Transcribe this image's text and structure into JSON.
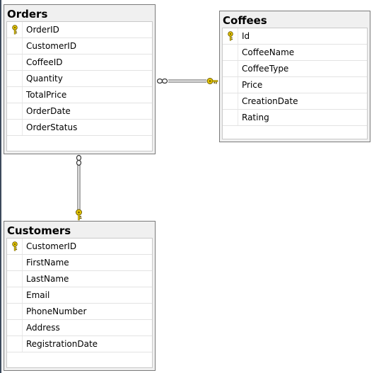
{
  "tables": {
    "orders": {
      "title": "Orders",
      "columns": [
        {
          "name": "OrderID",
          "primary_key": true
        },
        {
          "name": "CustomerID",
          "primary_key": false
        },
        {
          "name": "CoffeeID",
          "primary_key": false
        },
        {
          "name": "Quantity",
          "primary_key": false
        },
        {
          "name": "TotalPrice",
          "primary_key": false
        },
        {
          "name": "OrderDate",
          "primary_key": false
        },
        {
          "name": "OrderStatus",
          "primary_key": false
        }
      ]
    },
    "coffees": {
      "title": "Coffees",
      "columns": [
        {
          "name": "Id",
          "primary_key": true
        },
        {
          "name": "CoffeeName",
          "primary_key": false
        },
        {
          "name": "CoffeeType",
          "primary_key": false
        },
        {
          "name": "Price",
          "primary_key": false
        },
        {
          "name": "CreationDate",
          "primary_key": false
        },
        {
          "name": "Rating",
          "primary_key": false
        }
      ]
    },
    "customers": {
      "title": "Customers",
      "columns": [
        {
          "name": "CustomerID",
          "primary_key": true
        },
        {
          "name": "FirstName",
          "primary_key": false
        },
        {
          "name": "LastName",
          "primary_key": false
        },
        {
          "name": "Email",
          "primary_key": false
        },
        {
          "name": "PhoneNumber",
          "primary_key": false
        },
        {
          "name": "Address",
          "primary_key": false
        },
        {
          "name": "RegistrationDate",
          "primary_key": false
        }
      ]
    }
  },
  "relationships": [
    {
      "from": "orders",
      "to": "coffees",
      "many_end": "orders",
      "one_end": "coffees"
    },
    {
      "from": "orders",
      "to": "customers",
      "many_end": "orders",
      "one_end": "customers"
    }
  ],
  "colors": {
    "key": "#e8c800",
    "key_outline": "#6b5a00",
    "connector": "#555555",
    "title_bar": "#f0f0f0",
    "border": "#7a7a7a"
  },
  "icons": {
    "primary_key": "key-icon",
    "many_end": "infinity-icon",
    "one_end": "key-icon"
  }
}
